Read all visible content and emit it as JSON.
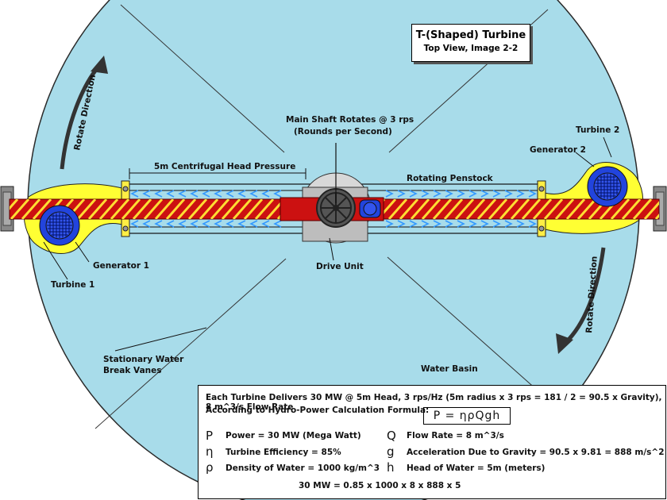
{
  "title": {
    "main": "T-(Shaped) Turbine",
    "sub": "Top View, Image 2-2"
  },
  "labels": {
    "shaft": "Main Shaft Rotates @ 3 rps",
    "shaft_sub": "(Rounds per Second)",
    "head_pressure": "5m Centrifugal Head Pressure",
    "penstock": "Rotating Penstock",
    "turbine1": "Turbine 1",
    "turbine2": "Turbine 2",
    "generator1": "Generator 1",
    "generator2": "Generator 2",
    "drive_unit": "Drive Unit",
    "rotate_direction": "Rotate Direction",
    "vanes_line1": "Stationary Water",
    "vanes_line2": "Break Vanes",
    "basin": "Water Basin"
  },
  "formula_panel": {
    "line1": "Each Turbine Delivers 30 MW @ 5m Head, 3 rps/Hz (5m radius x 3 rps = 181 / 2 = 90.5 x Gravity), 8 m^3/s Flow Rate",
    "line2": "According to Hydro-Power Calculation Formula:",
    "formula": "P = ηρQgh",
    "terms": [
      {
        "symbol": "P",
        "text": "Power = 30 MW (Mega Watt)"
      },
      {
        "symbol": "η",
        "text": "Turbine Efficiency = 85%"
      },
      {
        "symbol": "ρ",
        "text": "Density of Water = 1000 kg/m^3"
      },
      {
        "symbol": "Q",
        "text": "Flow Rate = 8 m^3/s"
      },
      {
        "symbol": "g",
        "text": "Acceleration Due to Gravity = 90.5 x 9.81 = 888 m/s^2"
      },
      {
        "symbol": "h",
        "text": "Head of Water = 5m (meters)"
      }
    ],
    "calculation": "30 MW = 0.85 x 1000 x 8 x 888 x 5"
  },
  "colors": {
    "water": "#a8dcea",
    "penstock": "#cc1111",
    "turbine_housing": "#ffff33",
    "generator": "#2244dd",
    "drive_unit": "#bdbdbd",
    "flow_arrow": "#3399ff"
  }
}
